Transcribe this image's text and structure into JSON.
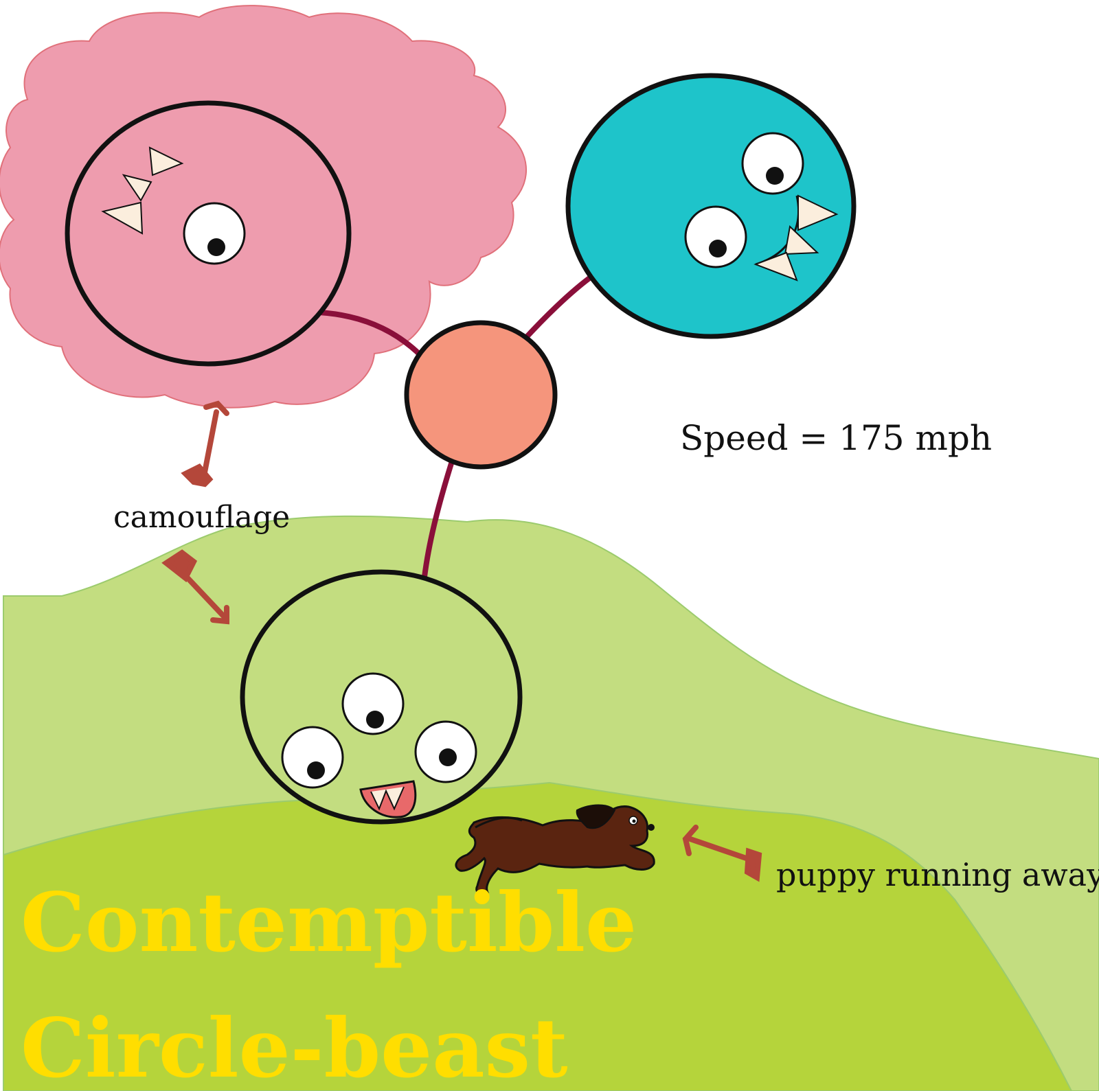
{
  "colors": {
    "background": "#ffffff",
    "cloud_fill": "#ee9cae",
    "cloud_stroke": "#e0707a",
    "light_grass": "#c3dd80",
    "grass": "#b5d43b",
    "teal_beast": "#1ec4ca",
    "orange_core": "#f5957c",
    "tether": "#8a0f3a",
    "arrow": "#b4473a",
    "title": "#ffde00",
    "puppy": "#5a2410",
    "tooth": "#fbeedd",
    "mouth": "#e8696a"
  },
  "labels": {
    "camouflage": "camouflage",
    "speed": "Speed = 175 mph",
    "puppy": "puppy running away"
  },
  "title": {
    "line1": "Contemptible",
    "line2": "Circle-beast"
  }
}
